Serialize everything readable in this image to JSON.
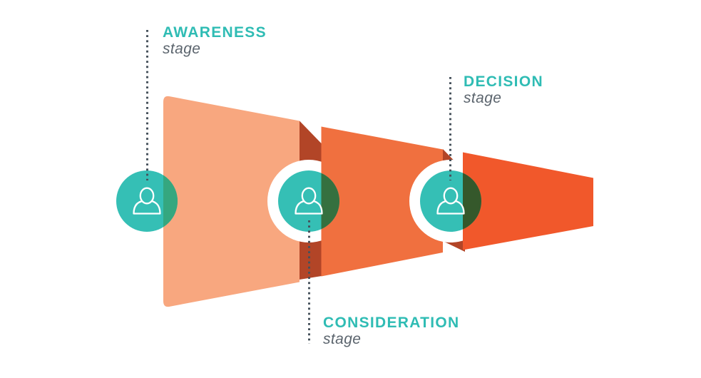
{
  "canvas": {
    "background": "#FFFFFF"
  },
  "funnel": {
    "type": "horizontal-funnel",
    "direction": "left-to-right",
    "stages": [
      {
        "label": "AWARENESS",
        "sublabel": "stage",
        "label_position": "top-left",
        "segment_color": "#F8A77F",
        "marker_overlap_color": "#35A77F"
      },
      {
        "label": "CONSIDERATION",
        "sublabel": "stage",
        "label_position": "bottom-middle",
        "segment_color": "#F0703F",
        "marker_overlap_color": "#35703F"
      },
      {
        "label": "DECISION",
        "sublabel": "stage",
        "label_position": "top-right",
        "segment_color": "#F1582B",
        "marker_overlap_color": "#35582B"
      }
    ]
  },
  "marker": {
    "icon": "user-icon",
    "ring_color": "#FFFFFF",
    "fill_color": "#35BFB5",
    "icon_color": "#FFFFFF"
  },
  "colors": {
    "fold": "#B24527",
    "dotted_line": "#46515B",
    "label": "#2FBCB4",
    "sublabel": "#5B646D"
  }
}
